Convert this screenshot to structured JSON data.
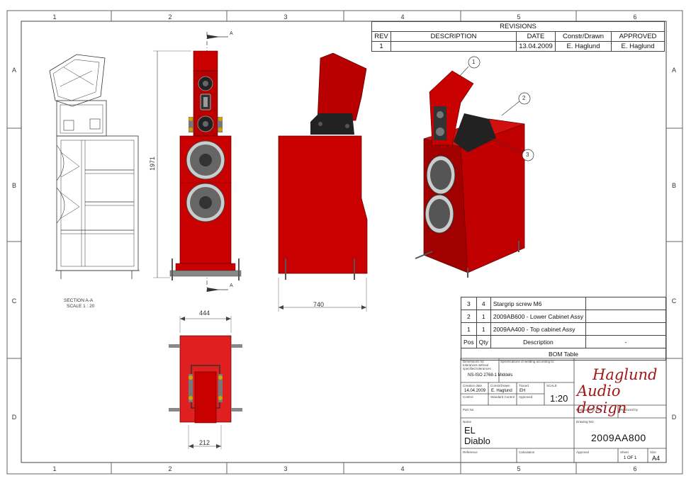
{
  "zones": {
    "columns": [
      "1",
      "2",
      "3",
      "4",
      "5",
      "6"
    ],
    "rows": [
      "A",
      "B",
      "C",
      "D"
    ]
  },
  "revisions": {
    "title": "REVISIONS",
    "headers": [
      "REV",
      "DESCRIPTION",
      "DATE",
      "Constr/Drawn",
      "APPROVED"
    ],
    "rows": [
      [
        "1",
        "",
        "13.04.2009",
        "E. Haglund",
        "E. Haglund"
      ]
    ]
  },
  "views": {
    "section_marker": "A",
    "section_caption_1": "SECTION A-A",
    "section_caption_2": "SCALE 1 : 20",
    "dim_height": "1971",
    "dim_depth": "740",
    "dim_width_top": "444",
    "dim_width_bottom": "212"
  },
  "balloons": [
    "1",
    "2",
    "3"
  ],
  "bom": {
    "rows": [
      [
        "3",
        "4",
        "Stargrip screw M6",
        ""
      ],
      [
        "2",
        "1",
        "2009AB600 - Lower Cabinet Assy",
        ""
      ],
      [
        "1",
        "1",
        "2009AA400 - Top cabinet Assy",
        ""
      ]
    ],
    "header": [
      "Pos",
      "Qty",
      "Description",
      "-"
    ],
    "caption": "BOM Table"
  },
  "titleblock": {
    "tolerance_note": "Dimensions for tolerances without specified tolerances",
    "tolerance_std": "NS-ISO 2768-1 Middels",
    "weld_note": "Specifications of welding according to:",
    "created_label": "Creation date",
    "created_value": "14.04.2009",
    "construct_label": "Constr/Drawn",
    "construct_value": "E. Haglund",
    "traced_label": "Traced",
    "traced_value": "EH",
    "scale_label": "SCALE",
    "scale_value": "1:20",
    "control_label": "Control",
    "std_control_label": "Standard Control",
    "approved_label": "Approved",
    "part_label": "Part No",
    "replacement_label": "Replacement for",
    "replaced_label": "Replaced by",
    "name_label": "Name",
    "name_value": "EL Diablo",
    "drawing_label": "Drawing NO.",
    "drawing_value": "2009AA800",
    "reference_label": "Reference",
    "calculation_label": "Calculation",
    "approval_label": "Approval",
    "sheet_label": "Sheet",
    "sheet_value": "1 OF 1",
    "size_label": "Size",
    "size_value": "A4",
    "brand_line1": "Haglund",
    "brand_line2": "Audio design"
  },
  "colors": {
    "cabinet": "#c90000",
    "cabinet_dark": "#8a0000",
    "brand": "#a01818",
    "line": "#333333"
  }
}
